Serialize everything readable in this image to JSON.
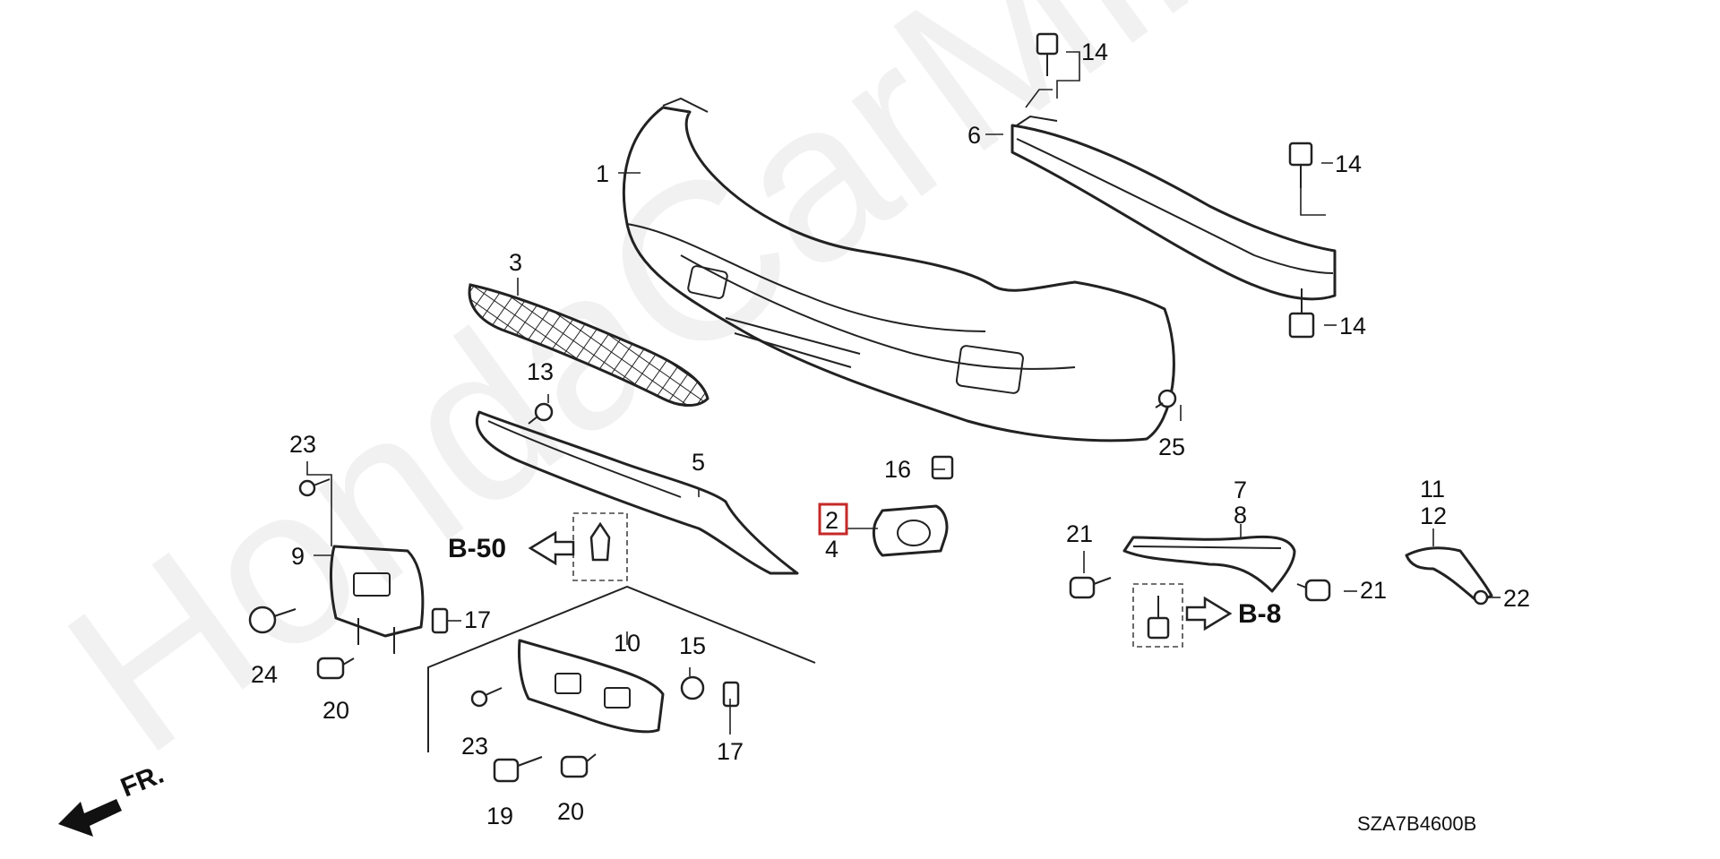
{
  "watermark": "HondaCarMine.ru",
  "diagram_code": "SZA7B4600B",
  "front_indicator": "FR.",
  "reference_tags": {
    "b50": "B-50",
    "b8": "B-8"
  },
  "highlighted_part": "2",
  "callouts": {
    "p1": "1",
    "p2": "2",
    "p3": "3",
    "p4": "4",
    "p5": "5",
    "p6": "6",
    "p7": "7",
    "p8": "8",
    "p9": "9",
    "p10": "10",
    "p11": "11",
    "p12": "12",
    "p13": "13",
    "p14a": "14",
    "p14b": "14",
    "p14c": "14",
    "p15": "15",
    "p16": "16",
    "p17a": "17",
    "p17b": "17",
    "p19": "19",
    "p20a": "20",
    "p20b": "20",
    "p21a": "21",
    "p21b": "21",
    "p22": "22",
    "p23a": "23",
    "p23b": "23",
    "p24": "24",
    "p25": "25"
  }
}
